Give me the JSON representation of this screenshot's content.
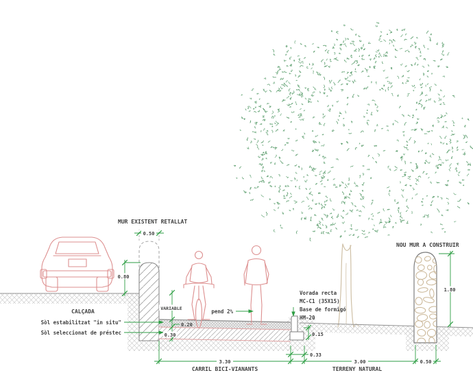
{
  "labels": {
    "mur_existent": "MUR EXISTENT RETALLAT",
    "nou_mur": "NOU MUR A CONSTRUIR",
    "calcada": "CALÇADA",
    "carril_bici": "CARRIL BICI-VIANANTS",
    "terreny_natural": "TERRENY NATURAL",
    "pend": "pend 2%",
    "variable": "VARIABLE",
    "sol_estabilitzat": "Sòl estabilitzat \"in situ\"",
    "sol_seleccionat": "Sòl seleccionat de préstec",
    "vorada": [
      "Vorada recta",
      "MC-C1 (35X15)",
      "Base de formigó",
      "HM-20"
    ]
  },
  "dimensions": {
    "existing_wall_width": "0.50",
    "existing_wall_height": "0.80",
    "layer_stabilized": "0.20",
    "layer_selected": "0.30",
    "curb_depth": "0.15",
    "curb_zone": "0.33",
    "new_wall_height": "1.80",
    "new_wall_width": "0.50",
    "bike_lane_width": "3.30",
    "natural_terrain_width": "3.00"
  },
  "colors": {
    "dimension_green": "#2e9e44",
    "tree_green_a": "#5f9f70",
    "tree_green_b": "#7ab189",
    "figure_red": "#dd8f8f",
    "layer_pink": "#dfa0a0",
    "hatch_grey": "#c6c6c6",
    "outline_grey": "#8a8a8a",
    "stone_tan": "#c9b594",
    "trunk_tan": "#cfc0a6",
    "text_grey": "#3f3f3f"
  }
}
